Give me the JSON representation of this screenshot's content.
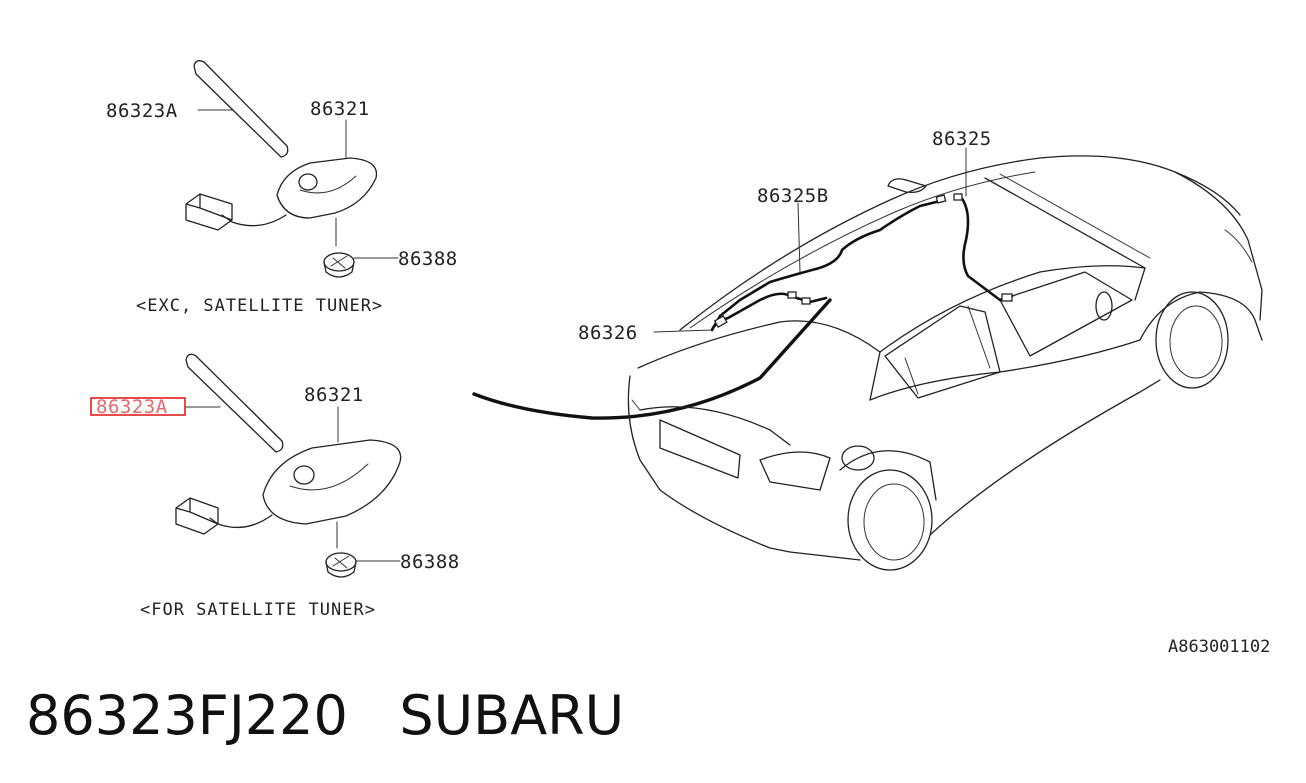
{
  "callouts": {
    "upper_rod": "86323A",
    "upper_base": "86321",
    "upper_nut": "86388",
    "lower_rod": "86323A",
    "lower_base": "86321",
    "lower_nut": "86388",
    "car_cable_main": "86325",
    "car_cable_b": "86325B",
    "car_feeder": "86326"
  },
  "captions": {
    "upper": "<EXC, SATELLITE TUNER>",
    "lower": "<FOR SATELLITE TUNER>"
  },
  "diagram_code": "A863001102",
  "footer": {
    "part_number": "86323FJ220",
    "brand": "SUBARU"
  },
  "highlight_color": "#e02020"
}
